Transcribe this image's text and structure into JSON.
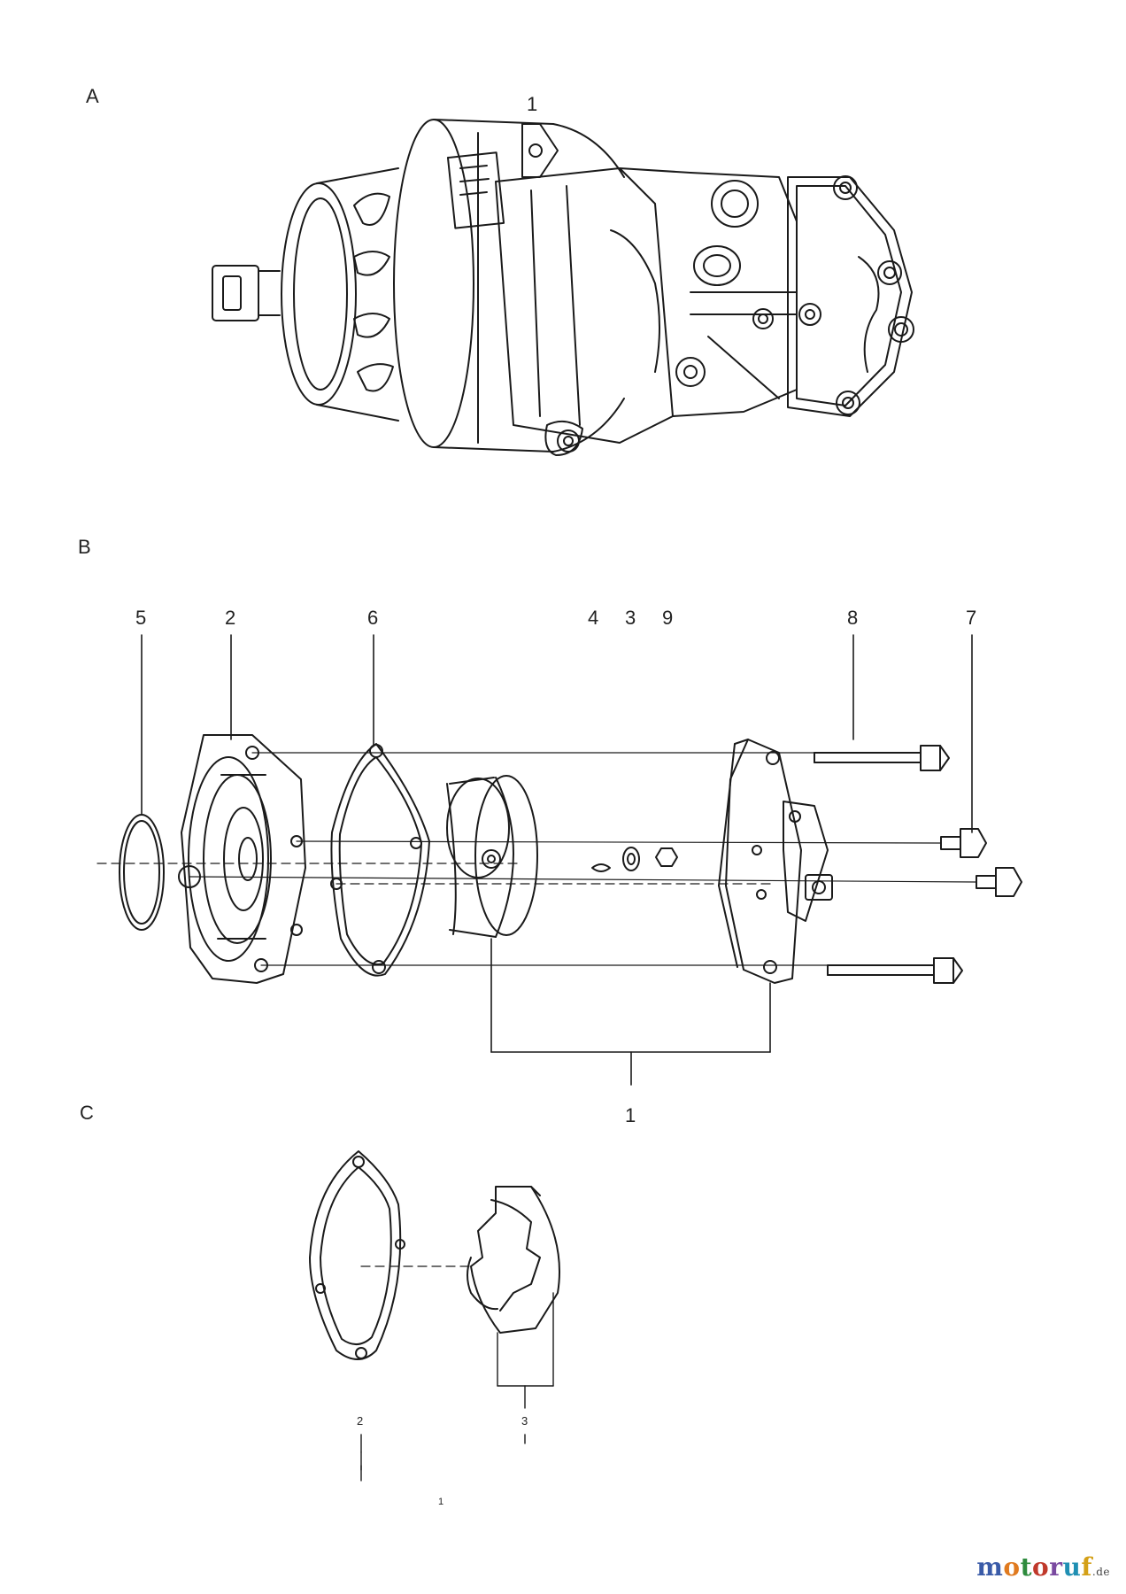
{
  "sections": {
    "a": "A",
    "b": "B",
    "c": "C"
  },
  "callouts_a": {
    "c1": "1"
  },
  "callouts_b": {
    "c5": "5",
    "c2": "2",
    "c6": "6",
    "c4": "4",
    "c3": "3",
    "c9": "9",
    "c8": "8",
    "c7": "7",
    "c1": "1"
  },
  "callouts_c": {
    "c2": "2",
    "c3": "3",
    "c1": "1"
  },
  "logo": {
    "text": "motoruf",
    "suffix": ".de",
    "colors": [
      "#3a5ba8",
      "#e07a1f",
      "#2e8b3d",
      "#c0392b",
      "#7a4aa0",
      "#1f8fb3",
      "#d4a017"
    ]
  }
}
